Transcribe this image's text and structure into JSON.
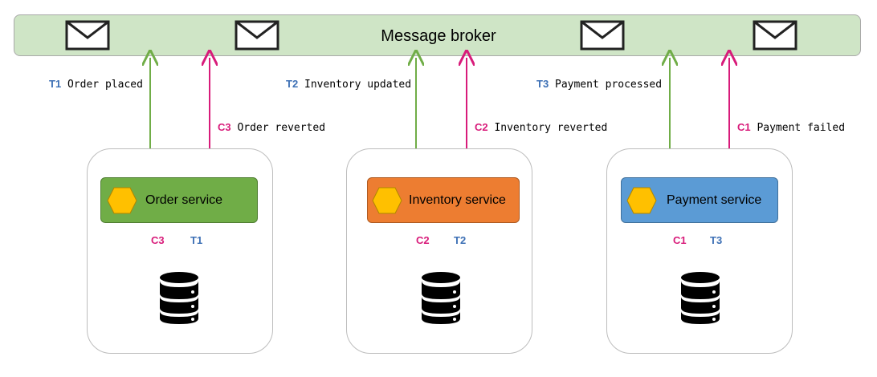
{
  "broker": {
    "label": "Message broker"
  },
  "services": [
    {
      "name": "Order service",
      "color": "#70ad47",
      "border": "#507e32",
      "db_tags": [
        "C3",
        "T1"
      ],
      "up": {
        "tag": "T1",
        "text": "Order placed"
      },
      "down": {
        "tag": "C3",
        "text": "Order reverted"
      }
    },
    {
      "name": "Inventory service",
      "color": "#ed7d31",
      "border": "#ae5a21",
      "db_tags": [
        "C2",
        "T2"
      ],
      "up": {
        "tag": "T2",
        "text": "Inventory updated"
      },
      "down": {
        "tag": "C2",
        "text": "Inventory reverted"
      }
    },
    {
      "name": "Payment service",
      "color": "#5b9bd5",
      "border": "#41719c",
      "db_tags": [
        "C1",
        "T3"
      ],
      "up": {
        "tag": "T3",
        "text": "Payment processed"
      },
      "down": {
        "tag": "C1",
        "text": "Payment failed"
      }
    }
  ],
  "colors": {
    "transaction": "#3d70b5",
    "compensation": "#d81b7a",
    "publish_arrow": "#70ad47",
    "subscribe_arrow": "#d81b7a",
    "hexagon": "#ffc000"
  },
  "icons": {
    "envelope": "envelope-icon",
    "database": "database-icon",
    "hexagon": "hexagon-icon"
  }
}
